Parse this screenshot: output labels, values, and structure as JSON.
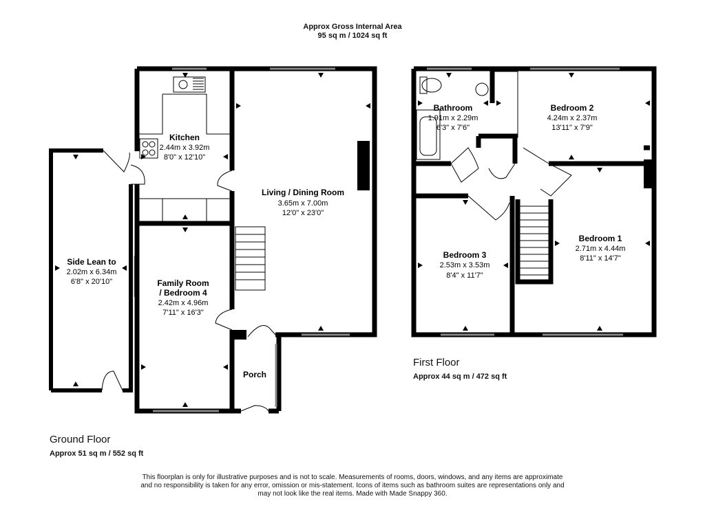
{
  "header": {
    "title": "Approx Gross Internal Area",
    "area": "95 sq m / 1024 sq ft"
  },
  "ground_floor": {
    "title": "Ground Floor",
    "area": "Approx 51 sq m / 552 sq ft",
    "rooms": {
      "kitchen": {
        "name": "Kitchen",
        "metric": "2.44m x 3.92m",
        "imperial": "8'0\" x 12'10\""
      },
      "living": {
        "name": "Living / Dining Room",
        "metric": "3.65m x 7.00m",
        "imperial": "12'0\" x 23'0\""
      },
      "side_lean": {
        "name": "Side Lean to",
        "metric": "2.02m x 6.34m",
        "imperial": "6'8\" x 20'10\""
      },
      "family": {
        "name_line1": "Family Room",
        "name_line2": "/ Bedroom 4",
        "metric": "2.42m x 4.96m",
        "imperial": "7'11\" x 16'3\""
      },
      "porch": {
        "name": "Porch"
      }
    }
  },
  "first_floor": {
    "title": "First Floor",
    "area": "Approx 44 sq m / 472 sq ft",
    "rooms": {
      "bathroom": {
        "name": "Bathroom",
        "metric": "1.91m x 2.29m",
        "imperial": "6'3\" x 7'6\""
      },
      "bedroom2": {
        "name": "Bedroom 2",
        "metric": "4.24m x 2.37m",
        "imperial": "13'11\" x 7'9\""
      },
      "bedroom1": {
        "name": "Bedroom 1",
        "metric": "2.71m x 4.44m",
        "imperial": "8'11\" x 14'7\""
      },
      "bedroom3": {
        "name": "Bedroom 3",
        "metric": "2.53m x 3.53m",
        "imperial": "8'4\" x 11'7\""
      }
    }
  },
  "disclaimer": {
    "line1": "This floorplan is only for illustrative purposes and is not to scale. Measurements of rooms, doors, windows, and any items are approximate",
    "line2": "and no responsibility is taken for any error, omission or mis-statement. Icons of items such as bathroom suites are representations only and",
    "line3": "may not look like the real items. Made with Made Snappy 360."
  }
}
